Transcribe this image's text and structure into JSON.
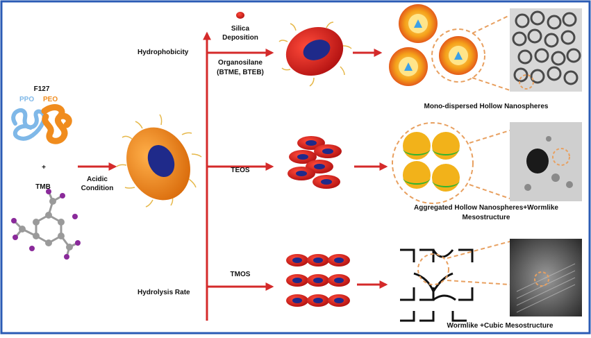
{
  "left": {
    "surfactant": "F127",
    "ppo": "PPO",
    "peo": "PEO",
    "plus": "+",
    "swelling_agent": "TMB"
  },
  "arrow_label": [
    "Acidic",
    "Condition"
  ],
  "axis": {
    "top": "Hydrophobicity",
    "bottom": "Hydrolysis Rate"
  },
  "branches": {
    "top": {
      "silica": [
        "Silica",
        "Deposition"
      ],
      "precursor": [
        "Organosilane",
        "(BTME, BTEB)"
      ],
      "caption": "Mono-dispersed Hollow Nanospheres"
    },
    "middle": {
      "precursor": "TEOS",
      "caption": [
        "Aggregated Hollow Nanospheres+Wormlike",
        "Mesostructure"
      ]
    },
    "bottom": {
      "precursor": "TMOS",
      "caption": "Wormlike +Cubic Mesostructure"
    }
  },
  "colors": {
    "arrow": "#d42a2a",
    "ppo": "#7fb8e8",
    "peo": "#f08c1e",
    "core": "#1f2a8a",
    "silica": "#e02020",
    "tmb_atom": "#8a2a9a",
    "frame": "#2a5bb5"
  }
}
